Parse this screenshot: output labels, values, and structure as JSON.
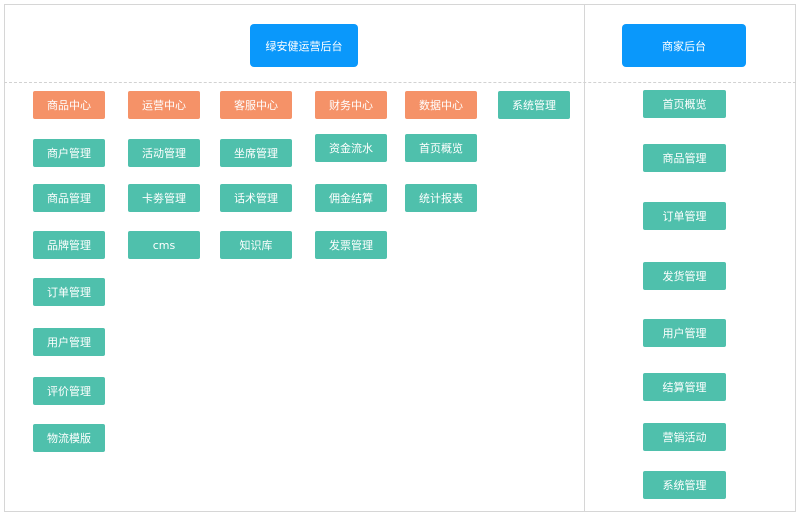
{
  "platform": {
    "title": "绿安健运营后台",
    "columns": [
      {
        "header": "商品中心",
        "items": [
          "商户管理",
          "商品管理",
          "品牌管理",
          "订单管理",
          "用户管理",
          "评价管理",
          "物流模版"
        ]
      },
      {
        "header": "运营中心",
        "items": [
          "活动管理",
          "卡劵管理",
          "cms"
        ]
      },
      {
        "header": "客服中心",
        "items": [
          "坐席管理",
          "话术管理",
          "知识库"
        ]
      },
      {
        "header": "财务中心",
        "items": [
          "资金流水",
          "佣金结算",
          "发票管理"
        ]
      },
      {
        "header": "数据中心",
        "items": [
          "首页概览",
          "统计报表"
        ]
      }
    ],
    "standalone": "系统管理"
  },
  "merchant": {
    "title": "商家后台",
    "items": [
      "首页概览",
      "商品管理",
      "订单管理",
      "发货管理",
      "用户管理",
      "结算管理",
      "营销活动",
      "系统管理"
    ]
  },
  "colors": {
    "header": "#0a98fb",
    "category": "#f59268",
    "item": "#4fc0ac",
    "border": "#d6d6d6"
  }
}
